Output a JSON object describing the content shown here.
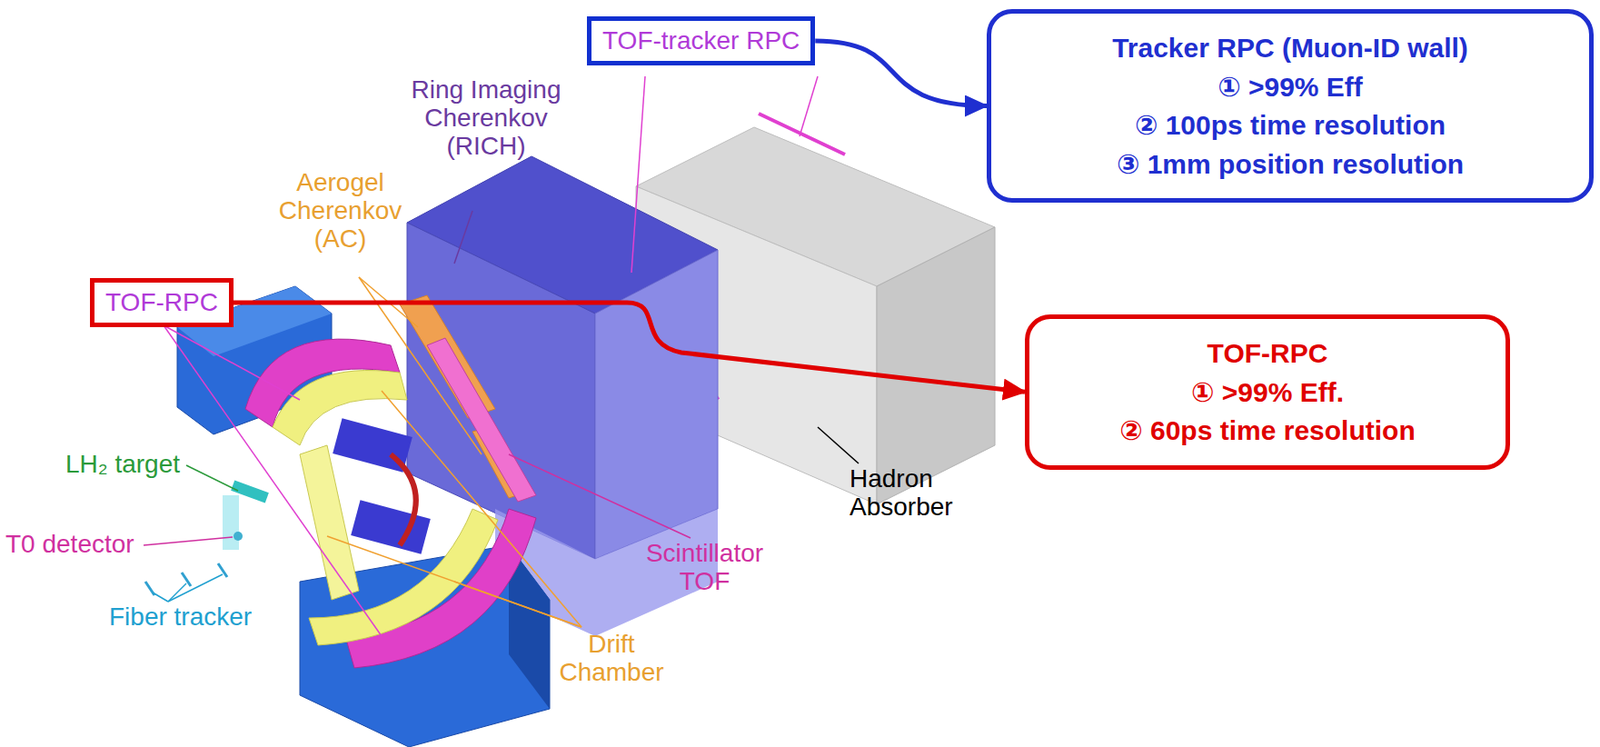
{
  "diagram": {
    "nodes": [
      {
        "text": [
          "TOF-tracker RPC"
        ]
      },
      {
        "text": [
          "Tracker RPC (Muon-ID wall)",
          "① >99% Eff",
          "② 100ps time resolution",
          "③ 1mm position resolution"
        ]
      },
      {
        "text": [
          "TOF-RPC"
        ]
      },
      {
        "text": [
          "TOF-RPC",
          "① >99% Eff.",
          "② 60ps time resolution"
        ]
      }
    ],
    "edges": [
      {
        "from": 0,
        "to": 1,
        "arrow": "to"
      },
      {
        "from": 2,
        "to": 3,
        "arrow": "to"
      }
    ],
    "labels": [
      "Ring Imaging Cherenkov (RICH)",
      "Aerogel Cherenkov (AC)",
      "LH₂ target",
      "T0 detector",
      "Fiber tracker",
      "Drift Chamber",
      "Scintillator TOF",
      "Hadron Absorber"
    ]
  }
}
